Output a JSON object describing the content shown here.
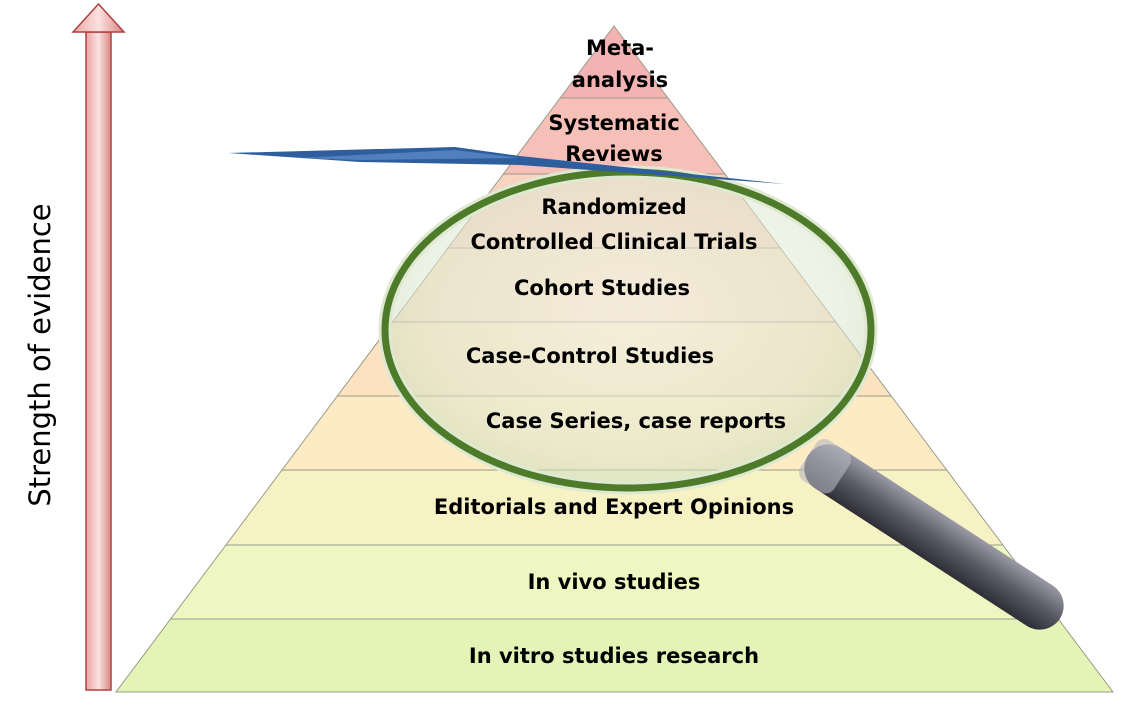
{
  "axis": {
    "label": "Strength of evidence"
  },
  "pyramid": {
    "tiers": [
      {
        "line1": "Meta-",
        "line2": "analysis",
        "color": "#f4b3b3"
      },
      {
        "line1": "Systematic",
        "line2": "Reviews",
        "color": "#f6c0b8"
      },
      {
        "line1": "Randomized",
        "line2": "Controlled Clinical Trials",
        "color": "#f8d3c0"
      },
      {
        "line1": "Cohort Studies",
        "line2": "",
        "color": "#f9ddc2"
      },
      {
        "line1": "Case-Control Studies",
        "line2": "",
        "color": "#fbe3c2"
      },
      {
        "line1": "Case Series, case reports",
        "line2": "",
        "color": "#fcebc3"
      },
      {
        "line1": "Editorials and Expert Opinions",
        "line2": "",
        "color": "#f7f2c4"
      },
      {
        "line1": "In vivo  studies",
        "line2": "",
        "color": "#eef6c2"
      },
      {
        "line1": "In vitro  studies research",
        "line2": "",
        "color": "#e4f3b6"
      }
    ]
  },
  "colors": {
    "arrow": "#c0504d",
    "lens_ring": "#4e7b2a",
    "handle": "#55555f",
    "pen": "#2e5e9e"
  }
}
